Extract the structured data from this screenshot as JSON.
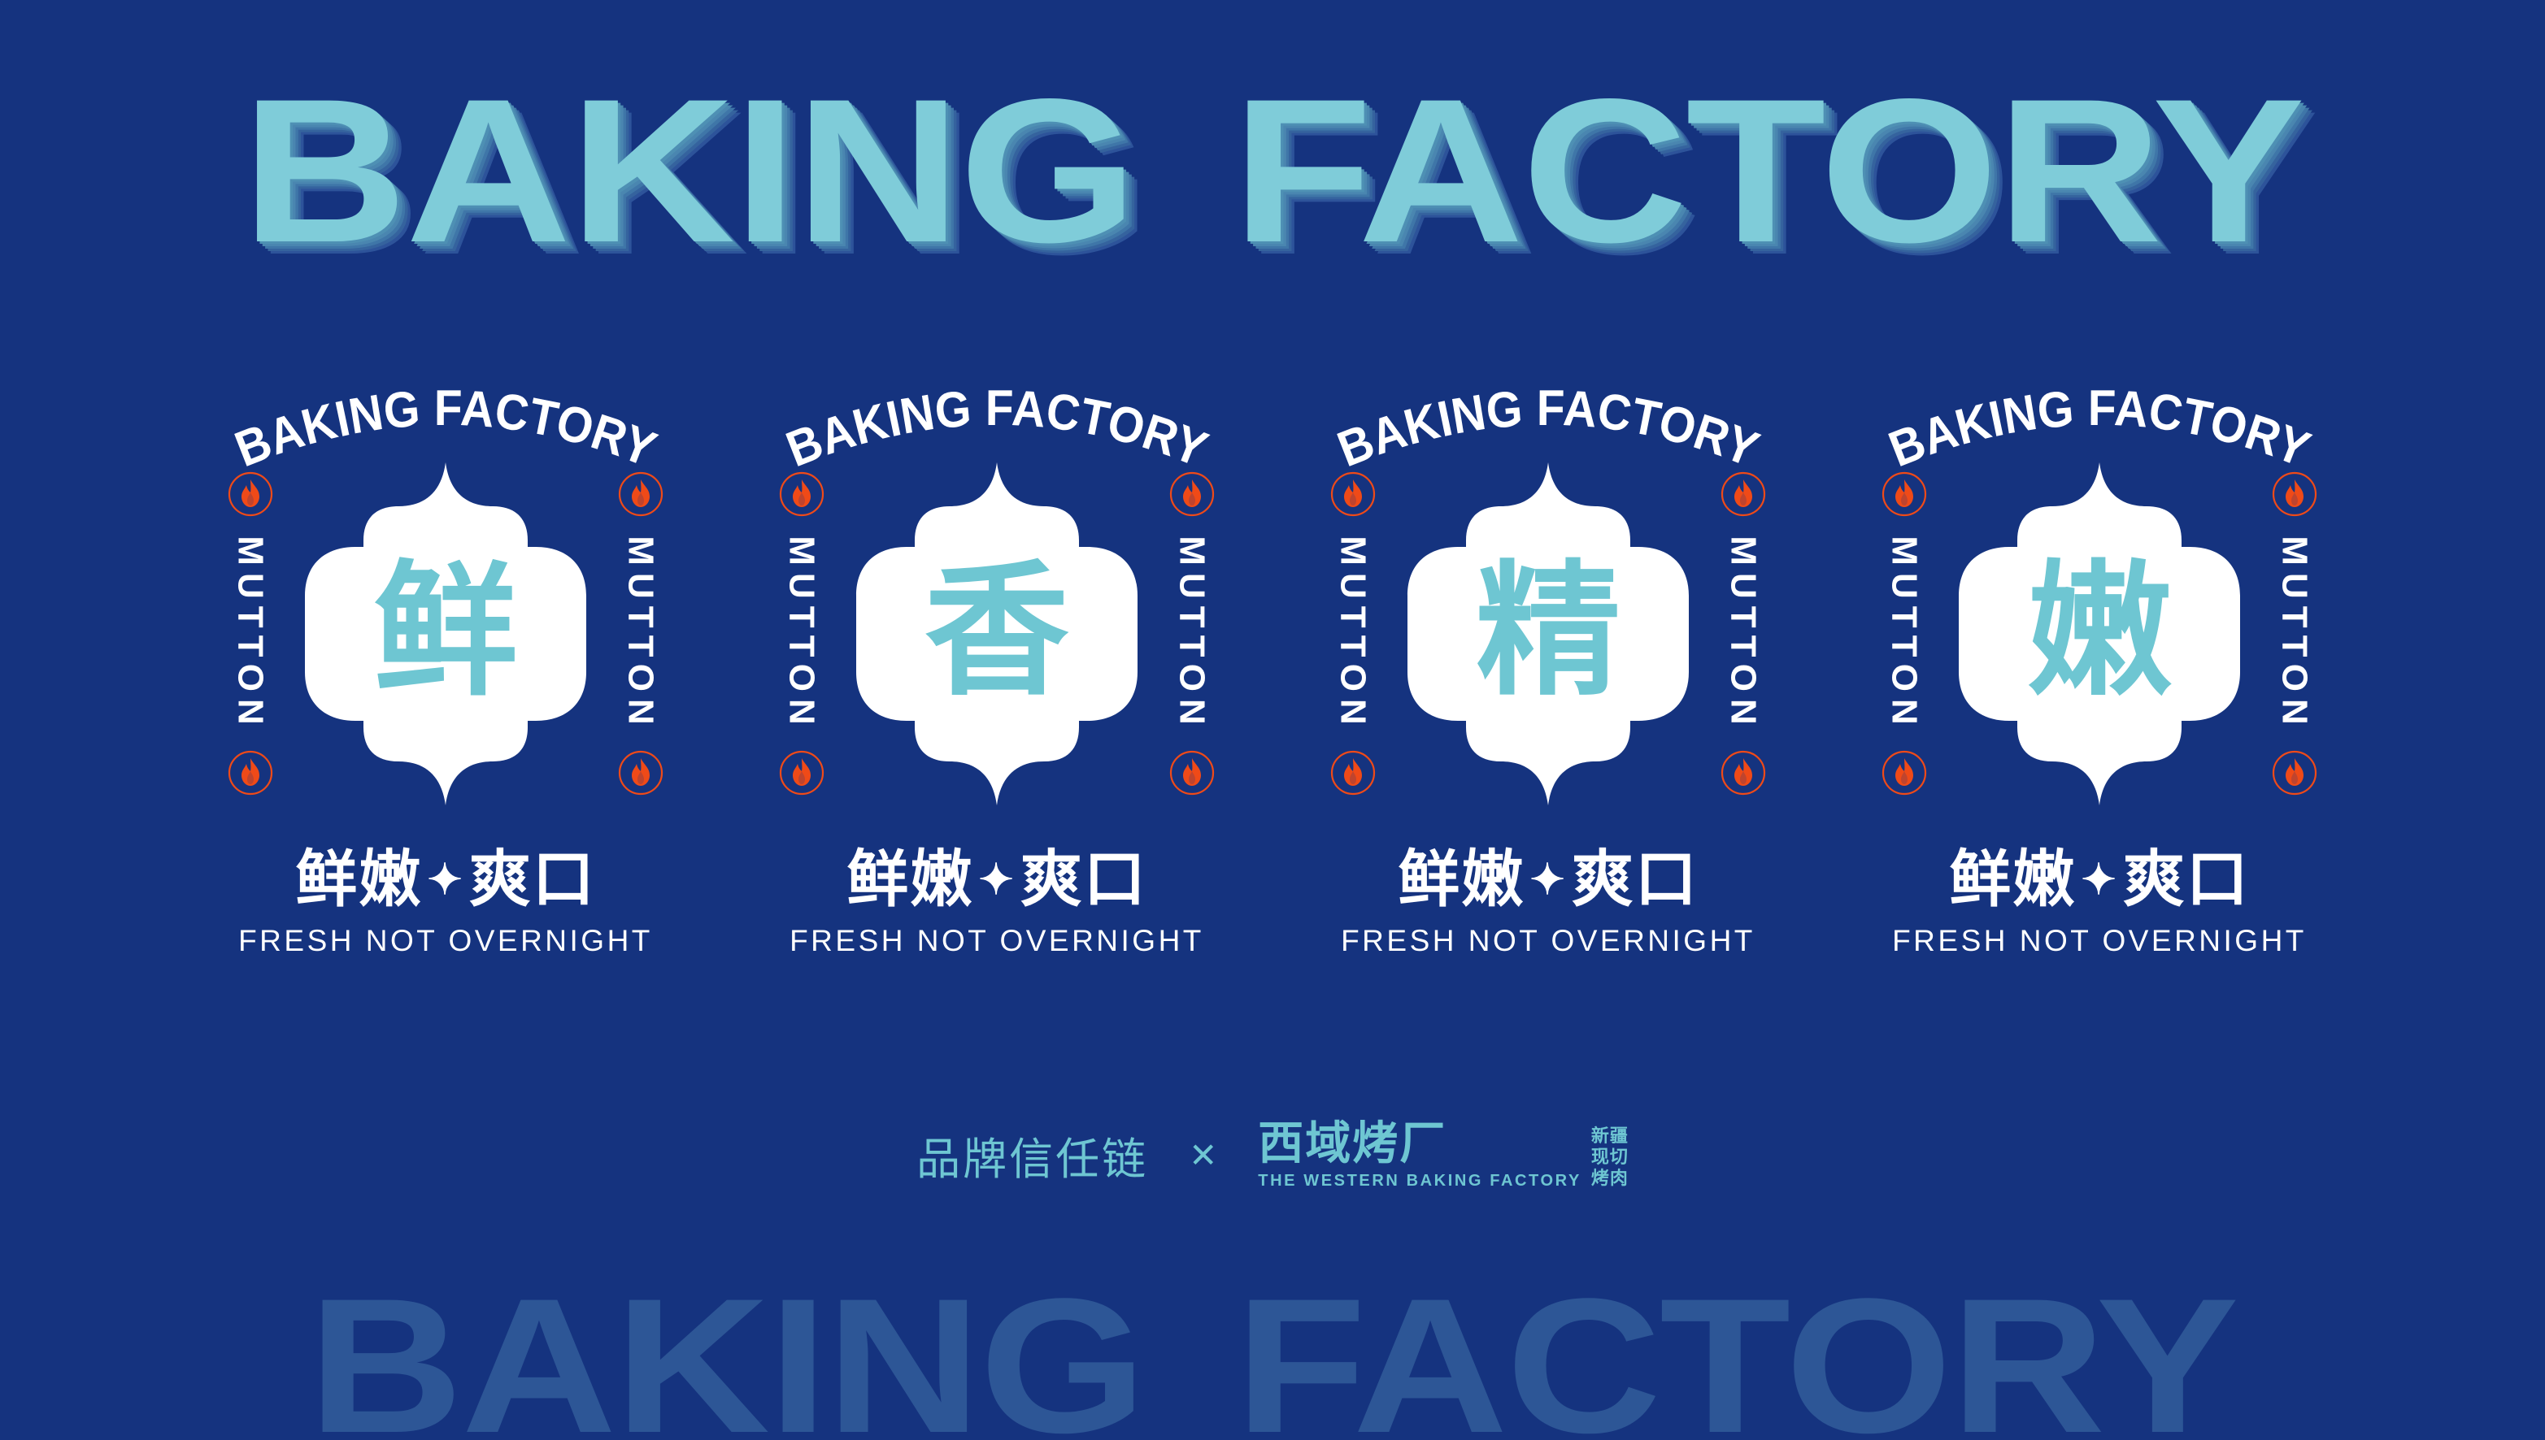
{
  "colors": {
    "background": "#15337f",
    "headline_teal": "#7fccd9",
    "headline_shadow": "#2d539a",
    "badge_teal": "#6ec6d2",
    "white": "#ffffff",
    "flame_orange": "#ef4a18",
    "watermark_blue": "#2d5696"
  },
  "headline": {
    "word1": "BAKING",
    "word2": "FACTORY"
  },
  "badges": [
    {
      "arc_text": "BAKING FACTORY",
      "side_label_left": "MUTTON",
      "side_label_right": "MUTTON",
      "character": "鲜",
      "tagline_cn_left": "鲜嫩",
      "tagline_star": "✦",
      "tagline_cn_right": "爽口",
      "tagline_en": "FRESH NOT OVERNIGHT"
    },
    {
      "arc_text": "BAKING FACTORY",
      "side_label_left": "MUTTON",
      "side_label_right": "MUTTON",
      "character": "香",
      "tagline_cn_left": "鲜嫩",
      "tagline_star": "✦",
      "tagline_cn_right": "爽口",
      "tagline_en": "FRESH NOT OVERNIGHT"
    },
    {
      "arc_text": "BAKING FACTORY",
      "side_label_left": "MUTTON",
      "side_label_right": "MUTTON",
      "character": "精",
      "tagline_cn_left": "鲜嫩",
      "tagline_star": "✦",
      "tagline_cn_right": "爽口",
      "tagline_en": "FRESH NOT OVERNIGHT"
    },
    {
      "arc_text": "BAKING FACTORY",
      "side_label_left": "MUTTON",
      "side_label_right": "MUTTON",
      "character": "嫩",
      "tagline_cn_left": "鲜嫩",
      "tagline_star": "✦",
      "tagline_cn_right": "爽口",
      "tagline_en": "FRESH NOT OVERNIGHT"
    }
  ],
  "footer": {
    "chain_label": "品牌信任链",
    "separator": "✕",
    "brand_cn": "西域烤厂",
    "brand_en": "THE WESTERN BAKING FACTORY",
    "tags": [
      "新疆",
      "现切",
      "烤肉"
    ]
  },
  "watermark": {
    "word1": "BAKING",
    "word2": "FACTORY"
  },
  "icons": {
    "flame": "flame-icon",
    "star": "four-point-star-icon"
  }
}
